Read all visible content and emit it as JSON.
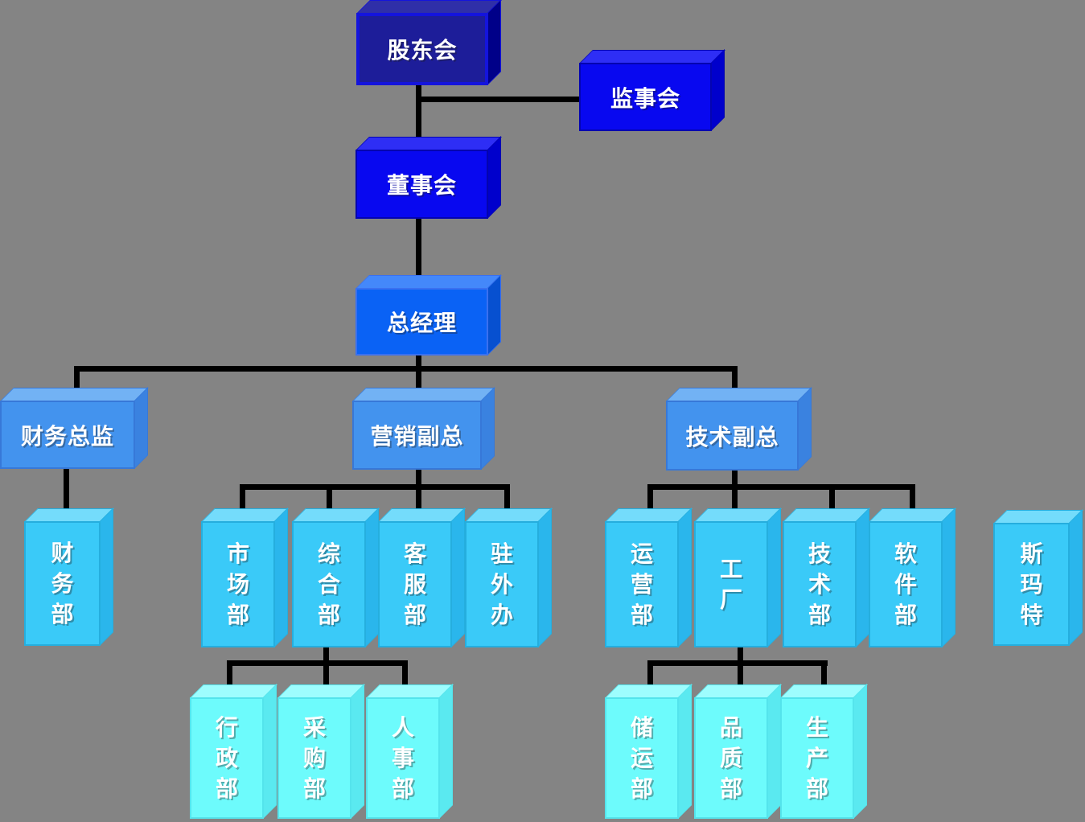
{
  "org": {
    "type": "org-chart",
    "nodes": {
      "shareholders": {
        "label": "股东会",
        "level": 1
      },
      "supervisory_board": {
        "label": "监事会",
        "level": 2
      },
      "board_of_directors": {
        "label": "董事会",
        "level": 2
      },
      "general_manager": {
        "label": "总经理",
        "level": 3
      },
      "finance_director": {
        "label": "财务总监",
        "level": 4
      },
      "marketing_vp": {
        "label": "营销副总",
        "level": 4
      },
      "technology_vp": {
        "label": "技术副总",
        "level": 4
      },
      "finance_dept": {
        "label": "财务部",
        "level": 5
      },
      "market_dept": {
        "label": "市场部",
        "level": 5
      },
      "general_affairs_dept": {
        "label": "综合部",
        "level": 5
      },
      "customer_service_dept": {
        "label": "客服部",
        "level": 5
      },
      "overseas_office": {
        "label": "驻外办",
        "level": 5
      },
      "operations_dept": {
        "label": "运营部",
        "level": 5
      },
      "factory": {
        "label": "工厂",
        "level": 5
      },
      "technology_dept": {
        "label": "技术部",
        "level": 5
      },
      "software_dept": {
        "label": "软件部",
        "level": 5
      },
      "smart": {
        "label": "斯玛特",
        "level": 5
      },
      "admin_dept": {
        "label": "行政部",
        "level": 6
      },
      "purchasing_dept": {
        "label": "采购部",
        "level": 6
      },
      "hr_dept": {
        "label": "人事部",
        "level": 6
      },
      "storage_transport_dept": {
        "label": "储运部",
        "level": 6
      },
      "quality_dept": {
        "label": "品质部",
        "level": 6
      },
      "production_dept": {
        "label": "生产部",
        "level": 6
      }
    },
    "edges": [
      {
        "from": "shareholders",
        "to": "supervisory_board"
      },
      {
        "from": "shareholders",
        "to": "board_of_directors"
      },
      {
        "from": "board_of_directors",
        "to": "general_manager"
      },
      {
        "from": "general_manager",
        "to": "finance_director"
      },
      {
        "from": "general_manager",
        "to": "marketing_vp"
      },
      {
        "from": "general_manager",
        "to": "technology_vp"
      },
      {
        "from": "finance_director",
        "to": "finance_dept"
      },
      {
        "from": "marketing_vp",
        "to": "market_dept"
      },
      {
        "from": "marketing_vp",
        "to": "general_affairs_dept"
      },
      {
        "from": "marketing_vp",
        "to": "customer_service_dept"
      },
      {
        "from": "marketing_vp",
        "to": "overseas_office"
      },
      {
        "from": "general_affairs_dept",
        "to": "admin_dept"
      },
      {
        "from": "general_affairs_dept",
        "to": "purchasing_dept"
      },
      {
        "from": "general_affairs_dept",
        "to": "hr_dept"
      },
      {
        "from": "technology_vp",
        "to": "operations_dept"
      },
      {
        "from": "technology_vp",
        "to": "factory"
      },
      {
        "from": "technology_vp",
        "to": "technology_dept"
      },
      {
        "from": "technology_vp",
        "to": "software_dept"
      },
      {
        "from": "factory",
        "to": "storage_transport_dept"
      },
      {
        "from": "factory",
        "to": "quality_dept"
      },
      {
        "from": "factory",
        "to": "production_dept"
      }
    ]
  },
  "palette": {
    "bg": "#848484",
    "line": "#000000",
    "l1_front": "#1d1d99",
    "l1_top": "#2f2fa8",
    "l1_side": "#000089",
    "l1_border": "#1414dd",
    "l2_front": "#0808f0",
    "l2_top": "#2e2ef5",
    "l2_side": "#0000cc",
    "l2_border": "#0404b0",
    "l3_front": "#0a62f5",
    "l3_top": "#4488fa",
    "l3_side": "#0750d0",
    "l3_border": "#3a70f0",
    "l4_front": "#4393ee",
    "l4_top": "#72b2f4",
    "l4_side": "#3a82e0",
    "l4_border": "#3778d8",
    "l5_front": "#3acaf8",
    "l5_top": "#74dcfb",
    "l5_side": "#2ab6ec",
    "l5_border": "#25aede",
    "l6_front": "#6dfbfc",
    "l6_top": "#9efdfe",
    "l6_side": "#5ae9f0",
    "l6_border": "#54e4ec"
  }
}
